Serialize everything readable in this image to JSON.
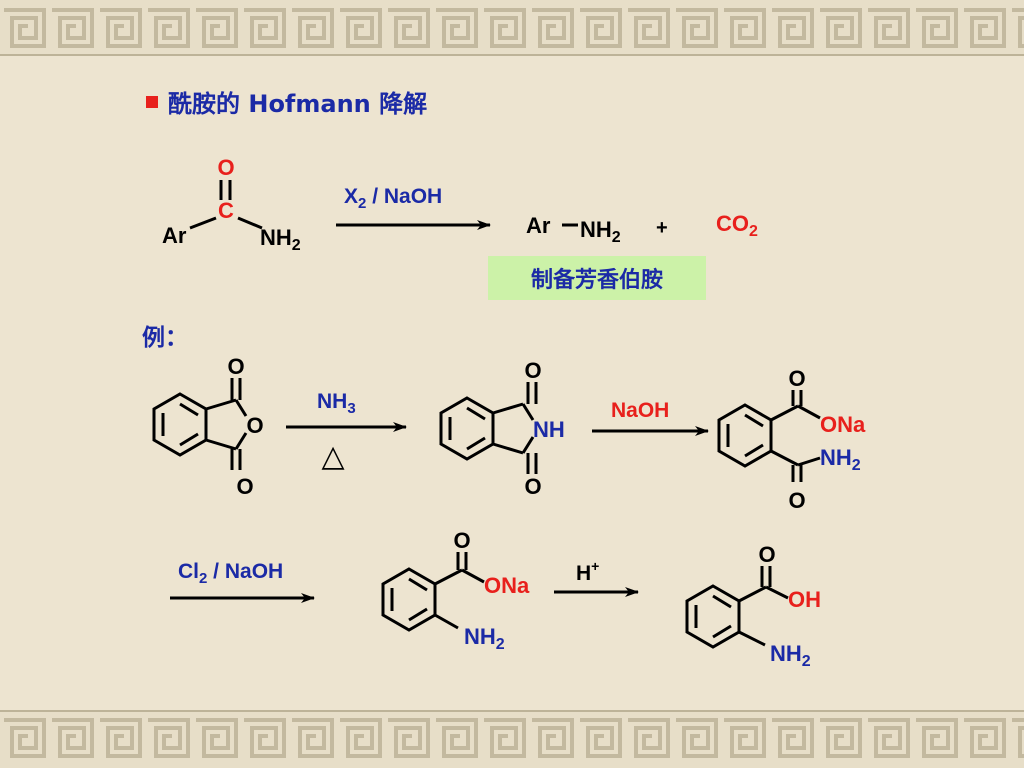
{
  "title": "酰胺的 Hofmann 降解",
  "example_label": "例：",
  "green_box_label": "制备芳香伯胺",
  "colors": {
    "background": "#ede4d0",
    "border": "#cfc6b0",
    "blue": "#1b2aa6",
    "red": "#e8201c",
    "green_box": "#ccf2a8",
    "black": "#000000"
  },
  "reaction1": {
    "reactant": {
      "o": "O",
      "c": "C",
      "ar": "Ar",
      "nh": "NH",
      "sub": "2"
    },
    "reagent": {
      "x": "X",
      "sub": "2",
      "rest": " / NaOH"
    },
    "product_amine": {
      "ar": "Ar",
      "nh": "NH",
      "sub": "2"
    },
    "plus": "+",
    "co2": {
      "co": "CO",
      "sub": "2"
    }
  },
  "example": {
    "anhydride": {
      "o_top": "O",
      "o_ring": "O",
      "o_bottom": "O"
    },
    "arrow1": {
      "nh": "NH",
      "sub": "3",
      "heat": "△"
    },
    "phthalimide": {
      "o_top": "O",
      "nh": "NH",
      "o_bottom": "O"
    },
    "arrow2": {
      "label": "NaOH"
    },
    "amide_salt": {
      "o_top": "O",
      "ona": "ONa",
      "nh": "NH",
      "sub": "2",
      "o_bottom": "O"
    },
    "arrow3": {
      "cl": "Cl",
      "sub": "2",
      "rest": " / NaOH"
    },
    "anthranilate": {
      "o_top": "O",
      "ona": "ONa",
      "nh": "NH",
      "sub": "2"
    },
    "arrow4": {
      "h": "H",
      "sup": "+"
    },
    "anthranilic_acid": {
      "o_top": "O",
      "oh": "OH",
      "nh": "NH",
      "sub": "2"
    }
  }
}
